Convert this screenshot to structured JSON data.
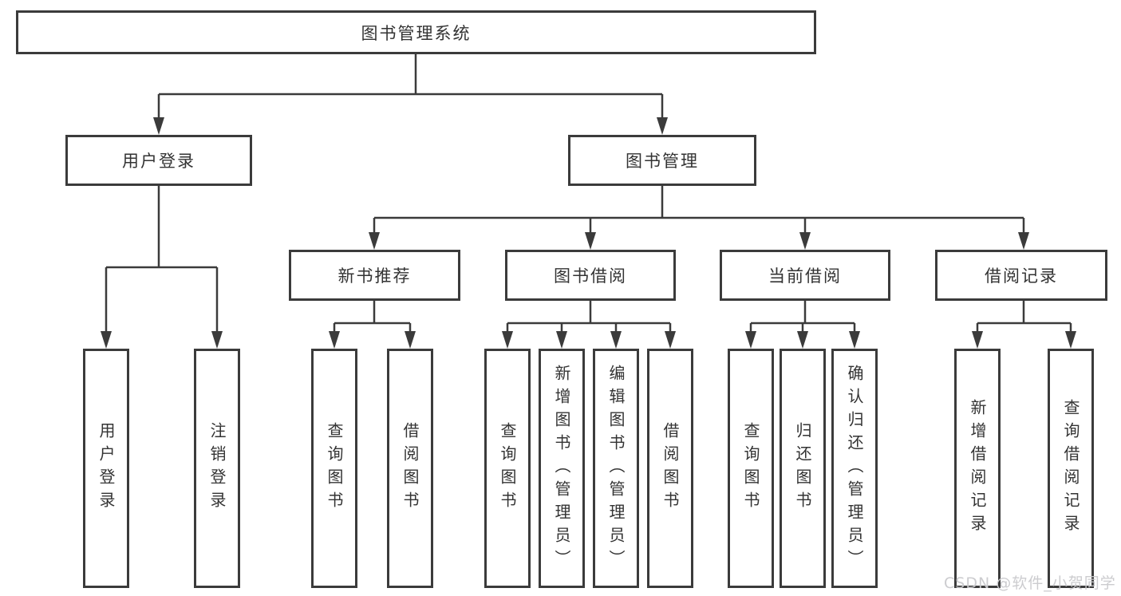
{
  "diagram": {
    "root": {
      "label": "图书管理系统"
    },
    "level2": [
      {
        "label": "用户登录"
      },
      {
        "label": "图书管理"
      }
    ],
    "level3": [
      {
        "label": "新书推荐",
        "parent": "图书管理"
      },
      {
        "label": "图书借阅",
        "parent": "图书管理"
      },
      {
        "label": "当前借阅",
        "parent": "图书管理"
      },
      {
        "label": "借阅记录",
        "parent": "图书管理"
      }
    ],
    "leaves": [
      {
        "label": "用户登录",
        "parent": "用户登录"
      },
      {
        "label": "注销登录",
        "parent": "用户登录"
      },
      {
        "label": "查询图书",
        "parent": "新书推荐"
      },
      {
        "label": "借阅图书",
        "parent": "新书推荐"
      },
      {
        "label": "查询图书",
        "parent": "图书借阅"
      },
      {
        "label": "新增图书（管理员）",
        "parent": "图书借阅"
      },
      {
        "label": "编辑图书（管理员）",
        "parent": "图书借阅"
      },
      {
        "label": "借阅图书",
        "parent": "图书借阅"
      },
      {
        "label": "查询图书",
        "parent": "当前借阅"
      },
      {
        "label": "归还图书",
        "parent": "当前借阅"
      },
      {
        "label": "确认归还（管理员）",
        "parent": "当前借阅"
      },
      {
        "label": "新增借阅记录",
        "parent": "借阅记录"
      },
      {
        "label": "查询借阅记录",
        "parent": "借阅记录"
      }
    ],
    "colors": {
      "line": "#3b3b3b",
      "text": "#333333",
      "box_background": "#ffffff"
    }
  },
  "watermark": {
    "text": "CSDN @软件_小贺同学"
  }
}
